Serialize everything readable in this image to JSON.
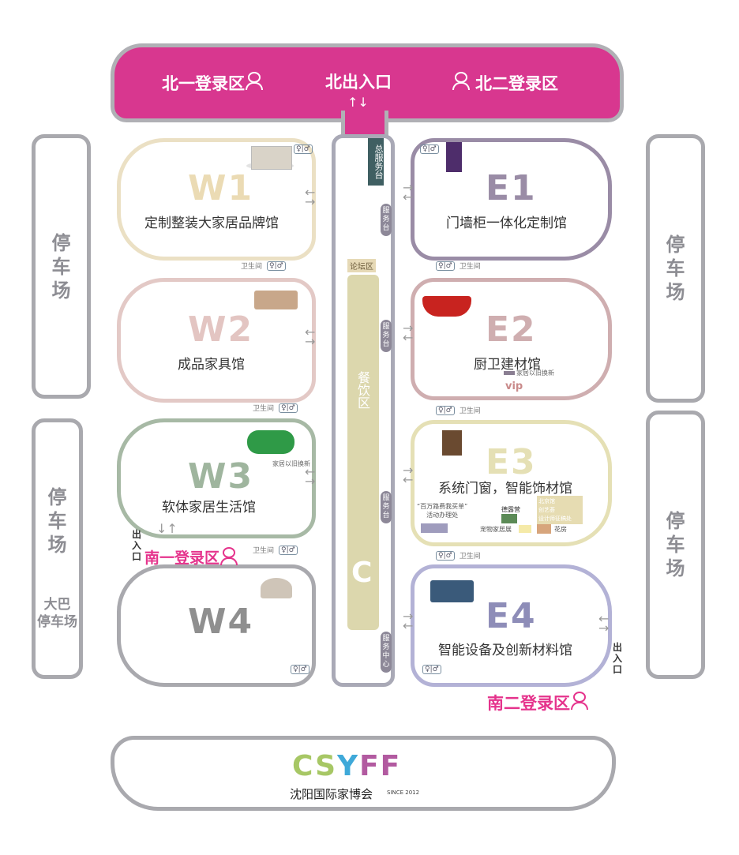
{
  "header": {
    "north_reg_1": "北一登录区",
    "north_entrance": "北出入口",
    "north_reg_2": "北二登录区",
    "arrows": "↑↓",
    "color": "#d8378f"
  },
  "parking": {
    "label": [
      "停",
      "车",
      "场"
    ],
    "bus": [
      "大巴",
      "停车场"
    ]
  },
  "corridor": {
    "main_service": "总服务台",
    "service": "服务台",
    "forum": "论坛区",
    "dining": "餐饮区",
    "center": "C",
    "service_center": "服务中心"
  },
  "halls": {
    "w1": {
      "code": "W1",
      "name": "定制整装大家居品牌馆",
      "color": "#e9dcb8"
    },
    "w2": {
      "code": "W2",
      "name": "成品家具馆",
      "color": "#e3c9c6"
    },
    "w3": {
      "code": "W3",
      "name": "软体家居生活馆",
      "color": "#9fb59e",
      "tag": "家居以旧换新"
    },
    "w4": {
      "code": "W4",
      "color": "#8f8f8f"
    },
    "e1": {
      "code": "E1",
      "name": "门墙柜一体化定制馆",
      "color": "#9a8ca6"
    },
    "e2": {
      "code": "E2",
      "name": "厨卫建材馆",
      "color": "#cfaeb0",
      "tag": "家居以旧换新",
      "vip": "vip"
    },
    "e3": {
      "code": "E3",
      "name": "系统门窗，智能饰材馆",
      "color": "#e5e0b5",
      "legend": {
        "campaign_1": "“百万路费我买单”",
        "campaign_2": "活动办理处",
        "camp": "德露营",
        "pet": "宠物家居展",
        "flower": "花房",
        "box_lines": [
          "北京馆",
          "创艺荟",
          "设计师征稿处"
        ]
      }
    },
    "e4": {
      "code": "E4",
      "name": "智能设备及创新材料馆",
      "color": "#b3b2d6"
    }
  },
  "restroom": "卫生间",
  "restroom_icon": "♀|♂",
  "south": {
    "reg_1": "南一登录区",
    "reg_2": "南二登录区",
    "exit": [
      "出",
      "入",
      "口"
    ],
    "arrows": "↓↑"
  },
  "logo": {
    "letters": "CSYFF",
    "name": "沈阳国际家博会",
    "since": "SINCE 2012"
  }
}
